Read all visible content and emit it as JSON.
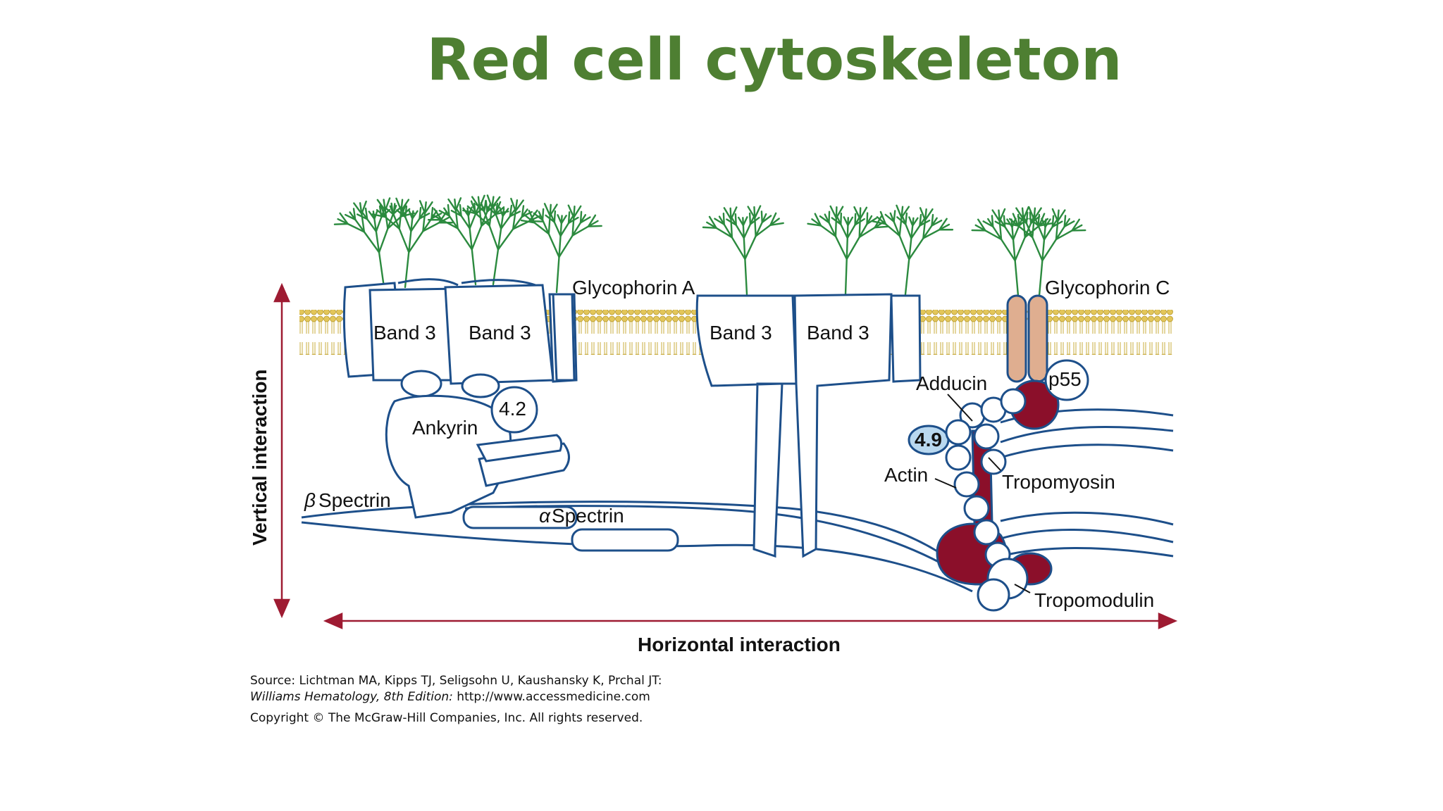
{
  "title": "Red cell cytoskeleton",
  "labels": {
    "band3_1": "Band 3",
    "band3_2": "Band 3",
    "band3_3": "Band 3",
    "band3_4": "Band 3",
    "glycophorin_a": "Glycophorin A",
    "glycophorin_c": "Glycophorin C",
    "ankyrin": "Ankyrin",
    "protein_4_2": "4.2",
    "protein_4_9": "4.9",
    "p55": "p55",
    "adducin": "Adducin",
    "actin": "Actin",
    "tropomyosin": "Tropomyosin",
    "tropomodulin": "Tropomodulin",
    "beta_spectrin_symbol": "β",
    "beta_spectrin": "Spectrin",
    "alpha_spectrin_symbol": "α",
    "alpha_spectrin": "Spectrin",
    "vertical_interaction": "Vertical interaction",
    "horizontal_interaction": "Horizontal interaction"
  },
  "source": {
    "line1": "Source: Lichtman MA, Kipps TJ, Seligsohn U, Kaushansky K, Prchal JT:",
    "line2_italic": "Williams Hematology, 8th Edition:",
    "line2_rest": " http://www.accessmedicine.com",
    "line3": "Copyright © The McGraw-Hill Companies, Inc. All rights reserved."
  },
  "colors": {
    "title": "#4e7f32",
    "outline": "#1d4f8a",
    "glycan": "#2b8a3e",
    "lipid": "#e3c65a",
    "arrow": "#9e1b32",
    "dark_red": "#8b0f2a",
    "glycophorin_c": "#dfae90",
    "protein_4_9": "#b9d8ef"
  }
}
